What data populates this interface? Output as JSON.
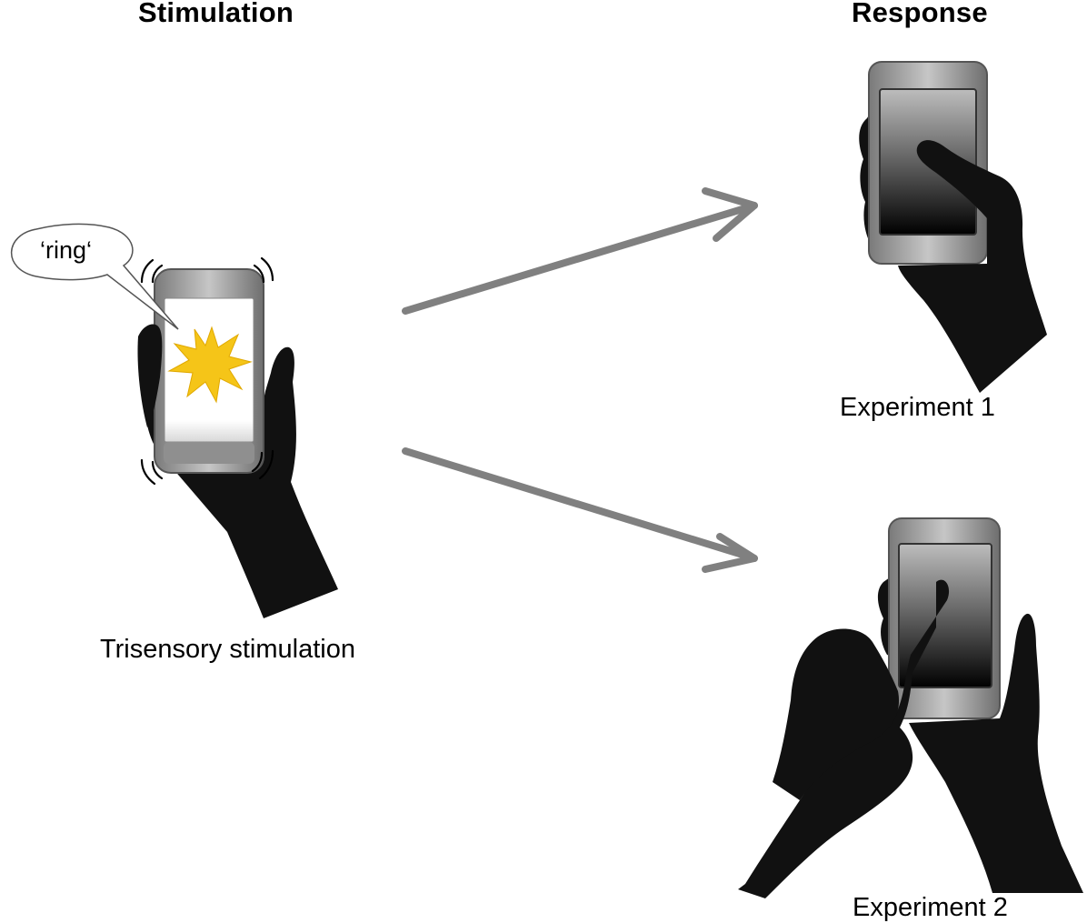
{
  "headings": {
    "stimulation": "Stimulation",
    "response": "Response"
  },
  "stimulation_panel": {
    "speech_bubble_text": "‘ring‘",
    "caption": "Trisensory stimulation",
    "flash_color": "#f5c518"
  },
  "response_panels": [
    {
      "caption": "Experiment 1"
    },
    {
      "caption": "Experiment 2"
    }
  ],
  "colors": {
    "arrow": "#808080",
    "hand": "#111111",
    "phone_body": "#9a9a9a",
    "screen_dark": "#050505"
  }
}
